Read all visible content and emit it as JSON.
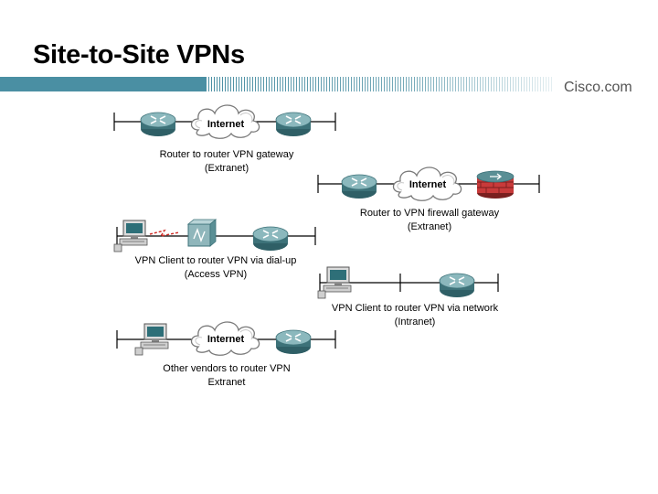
{
  "slide": {
    "title": "Site-to-Site VPNs",
    "logo": "Cisco.com"
  },
  "colors": {
    "band": "#4a8fa3",
    "router": "#5a8f95",
    "firewall": "#c83a3a"
  },
  "diagrams": {
    "d1": {
      "cloud_label": "Internet",
      "caption_line1": "Router to router VPN gateway",
      "caption_line2": "(Extranet)"
    },
    "d2": {
      "cloud_label": "Internet",
      "caption_line1": "Router to VPN firewall gateway",
      "caption_line2": "(Extranet)"
    },
    "d3": {
      "caption_line1": "VPN Client to router VPN via dial-up",
      "caption_line2": "(Access VPN)"
    },
    "d4": {
      "caption_line1": "VPN Client to router VPN via network",
      "caption_line2": "(Intranet)"
    },
    "d5": {
      "cloud_label": "Internet",
      "caption_line1": "Other vendors to router VPN",
      "caption_line2": "Extranet"
    }
  }
}
